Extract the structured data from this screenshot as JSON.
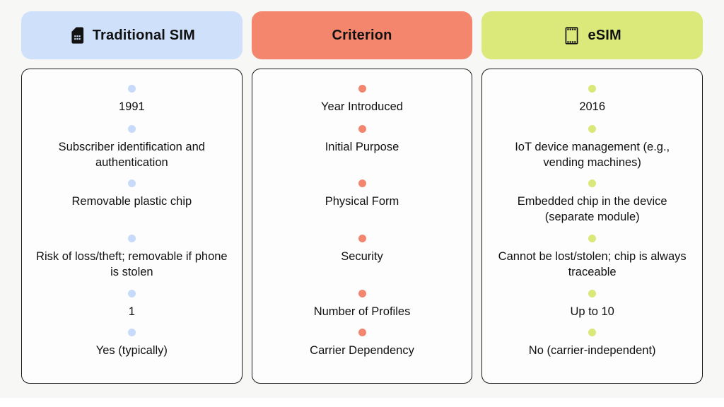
{
  "page": {
    "background": "#f7f7f6",
    "card_background": "#fdfdfd",
    "card_border": "#1a1a1a",
    "text_color": "#111111"
  },
  "columns": [
    {
      "id": "traditional-sim",
      "header": {
        "label": "Traditional SIM",
        "icon": "sim-card-icon",
        "bg": "#cfe0fb"
      },
      "dot_color": "#c7daf9",
      "rows": [
        "1991",
        "Subscriber identification and authentication",
        "Removable plastic chip",
        "Risk of loss/theft; removable if phone is stolen",
        "1",
        "Yes (typically)"
      ]
    },
    {
      "id": "criterion",
      "header": {
        "label": "Criterion",
        "icon": "",
        "bg": "#f5866e"
      },
      "dot_color": "#f3866f",
      "rows": [
        "Year Introduced",
        "Initial Purpose",
        "Physical Form",
        "Security",
        "Number of Profiles",
        "Carrier Dependency"
      ]
    },
    {
      "id": "esim",
      "header": {
        "label": "eSIM",
        "icon": "esim-chip-icon",
        "bg": "#dae97a"
      },
      "dot_color": "#d9e878",
      "rows": [
        "2016",
        "IoT device management (e.g., vending machines)",
        "Embedded chip in the device (separate module)",
        "Cannot be lost/stolen; chip is always traceable",
        "Up to 10",
        "No (carrier-independent)"
      ]
    }
  ]
}
